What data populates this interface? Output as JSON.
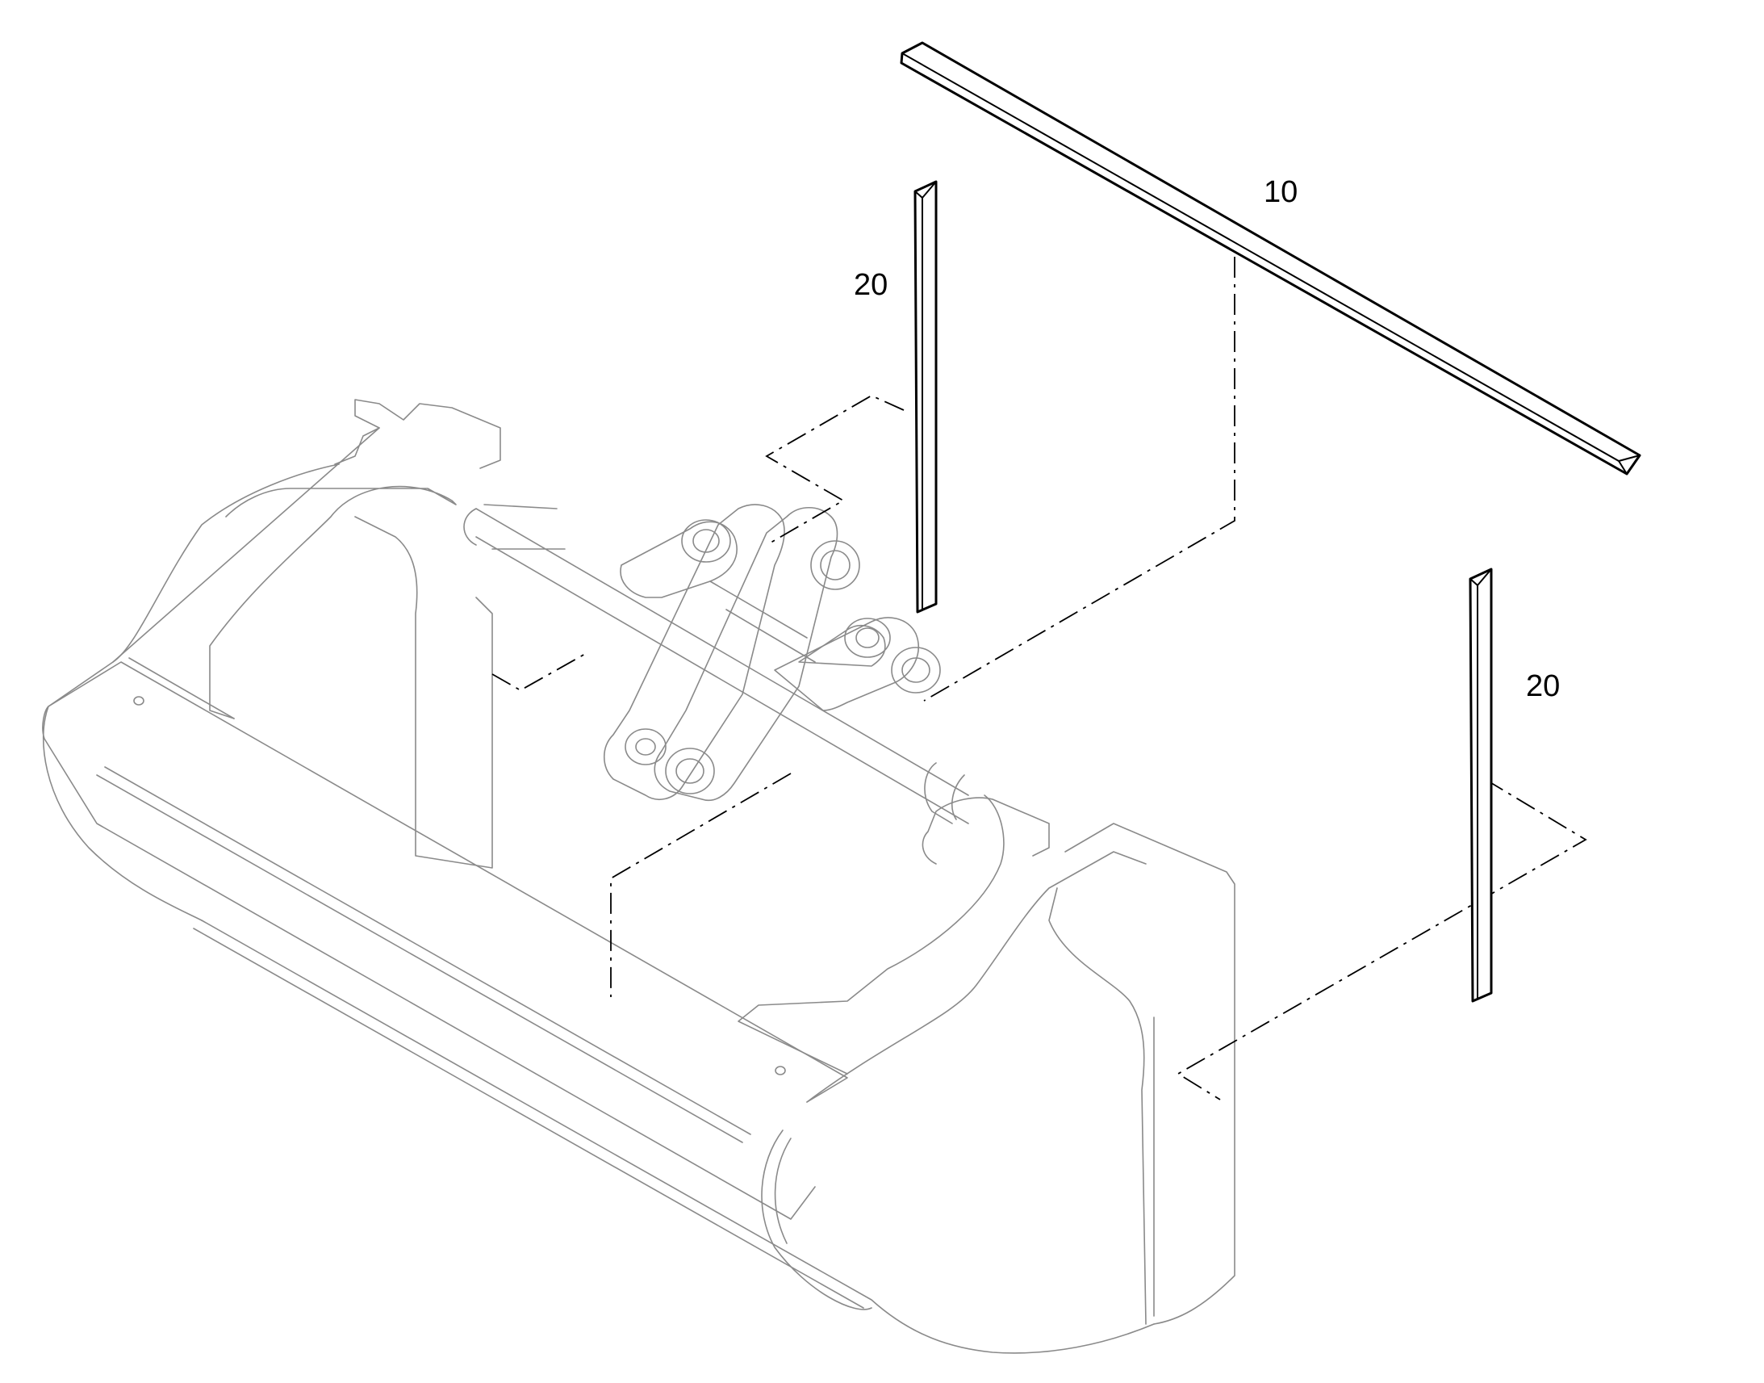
{
  "callouts": {
    "top_bar": "10",
    "left_strip": "20",
    "right_strip": "20"
  },
  "colors": {
    "line_color": "#000000",
    "bucket_line_color": "#8a8a8a",
    "background": "#ffffff"
  }
}
